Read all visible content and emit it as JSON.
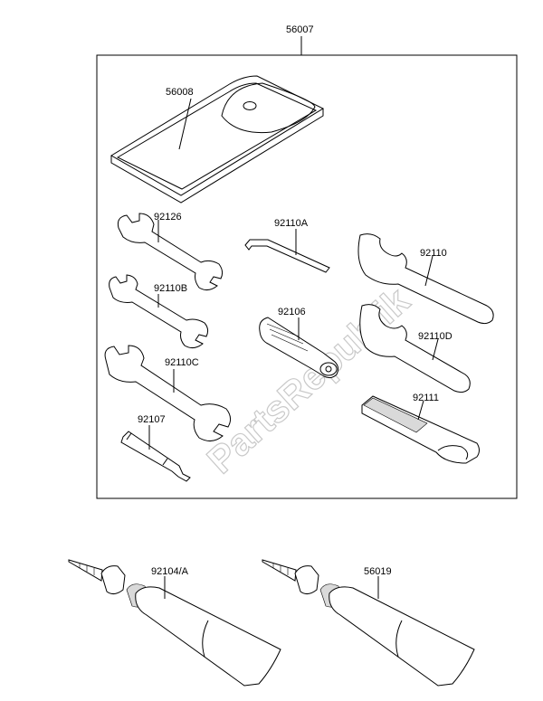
{
  "watermark": "PartsRepublik",
  "labels": {
    "kit": "56007",
    "case": "56008",
    "wrench_a": "92126",
    "hex_key": "92110A",
    "pin_spanner": "92110",
    "wrench_b": "92110B",
    "plug_tool": "92106",
    "hook_spanner": "92110D",
    "wrench_c": "92110C",
    "grip": "92111",
    "screwdriver": "92107",
    "tube_left": "92104/A",
    "tube_right": "56019"
  }
}
